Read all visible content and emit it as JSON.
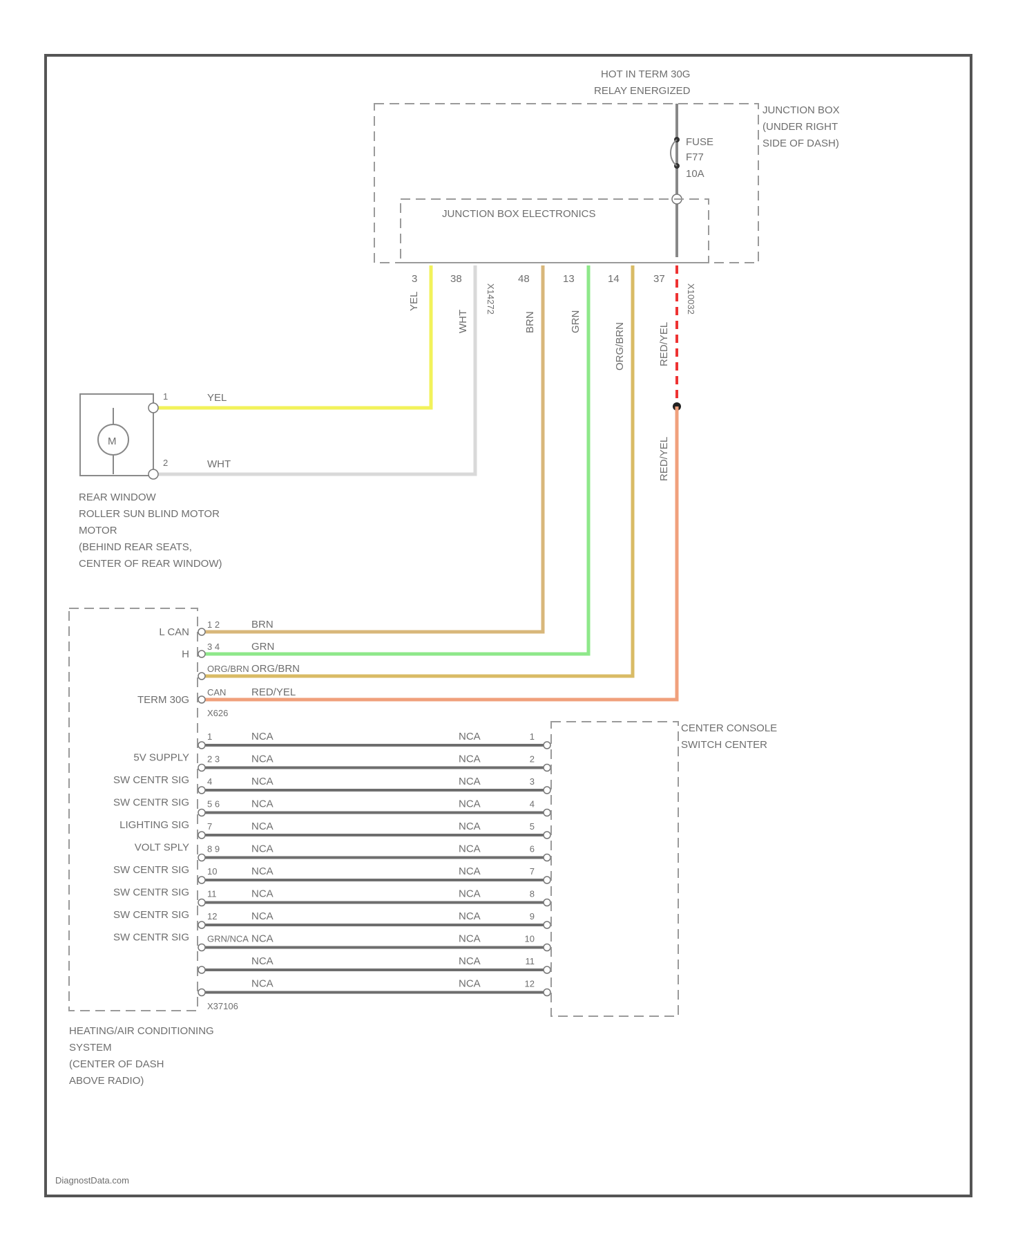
{
  "header": {
    "hot_label": [
      "HOT IN TERM 30G",
      "RELAY ENERGIZED"
    ]
  },
  "junction_box": {
    "label": [
      "JUNCTION BOX",
      "(UNDER RIGHT",
      "SIDE OF DASH)"
    ],
    "fuse_label": [
      "FUSE",
      "F77",
      "10A"
    ],
    "electronics_label": "JUNCTION BOX ELECTRONICS",
    "pins": [
      "3",
      "38",
      "48",
      "13",
      "14",
      "37"
    ],
    "connector_ids": [
      "X14272",
      "X10032"
    ]
  },
  "wires": {
    "yel": "YEL",
    "wht": "WHT",
    "brn": "BRN",
    "grn": "GRN",
    "org_brn": "ORG/BRN",
    "red_yel": "RED/YEL"
  },
  "sunblind": {
    "symbol": "M",
    "pin1": "1",
    "pin2": "2",
    "label": [
      "REAR WINDOW",
      "ROLLER SUN BLIND MOTOR",
      "MOTOR",
      "(BEHIND REAR SEATS,",
      "CENTER OF REAR WINDOW)"
    ]
  },
  "hvac": {
    "label": [
      "HEATING/AIR CONDITIONING",
      "SYSTEM",
      "(CENTER OF DASH",
      "ABOVE RADIO)"
    ],
    "can_rows": [
      {
        "signal": "L CAN",
        "pins": "1 2",
        "wire": "BRN"
      },
      {
        "signal": "H",
        "pins": "3 4",
        "wire": "GRN"
      },
      {
        "signal": "",
        "pins": "ORG/BRN",
        "wire": "ORG/BRN"
      },
      {
        "signal": "TERM 30G",
        "pins": "CAN",
        "wire": "RED/YEL"
      }
    ],
    "harness_id": "X626",
    "bottom_connector": "X37106"
  },
  "switch_rows": [
    {
      "signal": "",
      "pin": "1",
      "wire_l": "NCA",
      "wire_r": "NCA",
      "pin_r": "1"
    },
    {
      "signal": "5V SUPPLY",
      "pin": "2 3",
      "wire_l": "NCA",
      "wire_r": "NCA",
      "pin_r": "2"
    },
    {
      "signal": "SW CENTR SIG",
      "pin": "4",
      "wire_l": "NCA",
      "wire_r": "NCA",
      "pin_r": "3"
    },
    {
      "signal": "SW CENTR SIG",
      "pin": "5 6",
      "wire_l": "NCA",
      "wire_r": "NCA",
      "pin_r": "4"
    },
    {
      "signal": "LIGHTING SIG",
      "pin": "7",
      "wire_l": "NCA",
      "wire_r": "NCA",
      "pin_r": "5"
    },
    {
      "signal": "VOLT SPLY",
      "pin": "8 9",
      "wire_l": "NCA",
      "wire_r": "NCA",
      "pin_r": "6"
    },
    {
      "signal": "SW CENTR SIG",
      "pin": "10",
      "wire_l": "NCA",
      "wire_r": "NCA",
      "pin_r": "7"
    },
    {
      "signal": "SW CENTR SIG",
      "pin": "11",
      "wire_l": "NCA",
      "wire_r": "NCA",
      "pin_r": "8"
    },
    {
      "signal": "SW CENTR SIG",
      "pin": "12",
      "wire_l": "NCA",
      "wire_r": "NCA",
      "pin_r": "9"
    },
    {
      "signal": "SW CENTR SIG",
      "pin": "GRN/NCA",
      "wire_l": "NCA",
      "wire_r": "NCA",
      "pin_r": "10"
    },
    {
      "signal": "",
      "pin": "",
      "wire_l": "NCA",
      "wire_r": "NCA",
      "pin_r": "11"
    },
    {
      "signal": "",
      "pin": "",
      "wire_l": "NCA",
      "wire_r": "NCA",
      "pin_r": "12"
    }
  ],
  "console": {
    "label": [
      "CENTER CONSOLE",
      "SWITCH CENTER"
    ]
  },
  "watermark": "DiagnostData.com",
  "colors": {
    "yel": "#f2f25a",
    "wht": "#d9d9d9",
    "brn": "#d8b77a",
    "grn": "#8ee88a",
    "org_brn": "#d9bb65",
    "red_yel": "#f0a07c",
    "red_dash": "#ee3333"
  }
}
